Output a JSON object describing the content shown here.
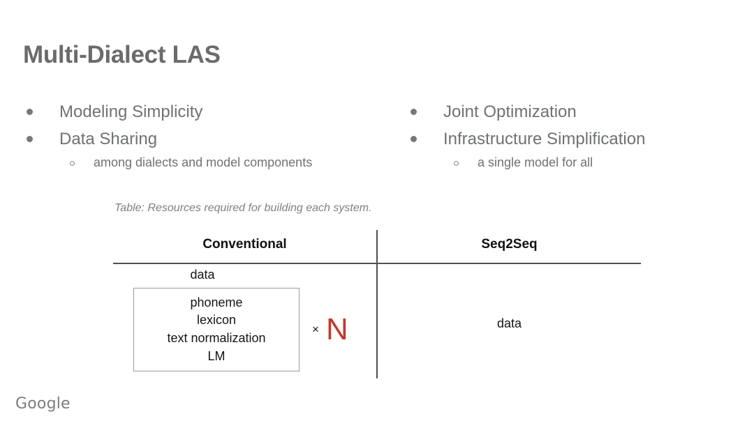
{
  "slide": {
    "title": "Multi-Dialect LAS",
    "footer_logo": "Google",
    "accent_red": "#bf3b2c",
    "title_color": "#6b6b6b",
    "body_color": "#6f7174"
  },
  "bullets": {
    "left": [
      {
        "text": "Modeling Simplicity",
        "sub": null
      },
      {
        "text": "Data Sharing",
        "sub": "among dialects and model components"
      }
    ],
    "right": [
      {
        "text": "Joint Optimization",
        "sub": null
      },
      {
        "text": "Infrastructure Simplification",
        "sub": "a single model for all"
      }
    ]
  },
  "table": {
    "caption": "Table: Resources required for building each system.",
    "headers": [
      "Conventional",
      "Seq2Seq"
    ],
    "conventional": {
      "data_label": "data",
      "resources": [
        "phoneme",
        "lexicon",
        "text normalization",
        "LM"
      ],
      "times_symbol": "×",
      "multiplier": "N"
    },
    "seq2seq": {
      "data_label": "data"
    }
  }
}
